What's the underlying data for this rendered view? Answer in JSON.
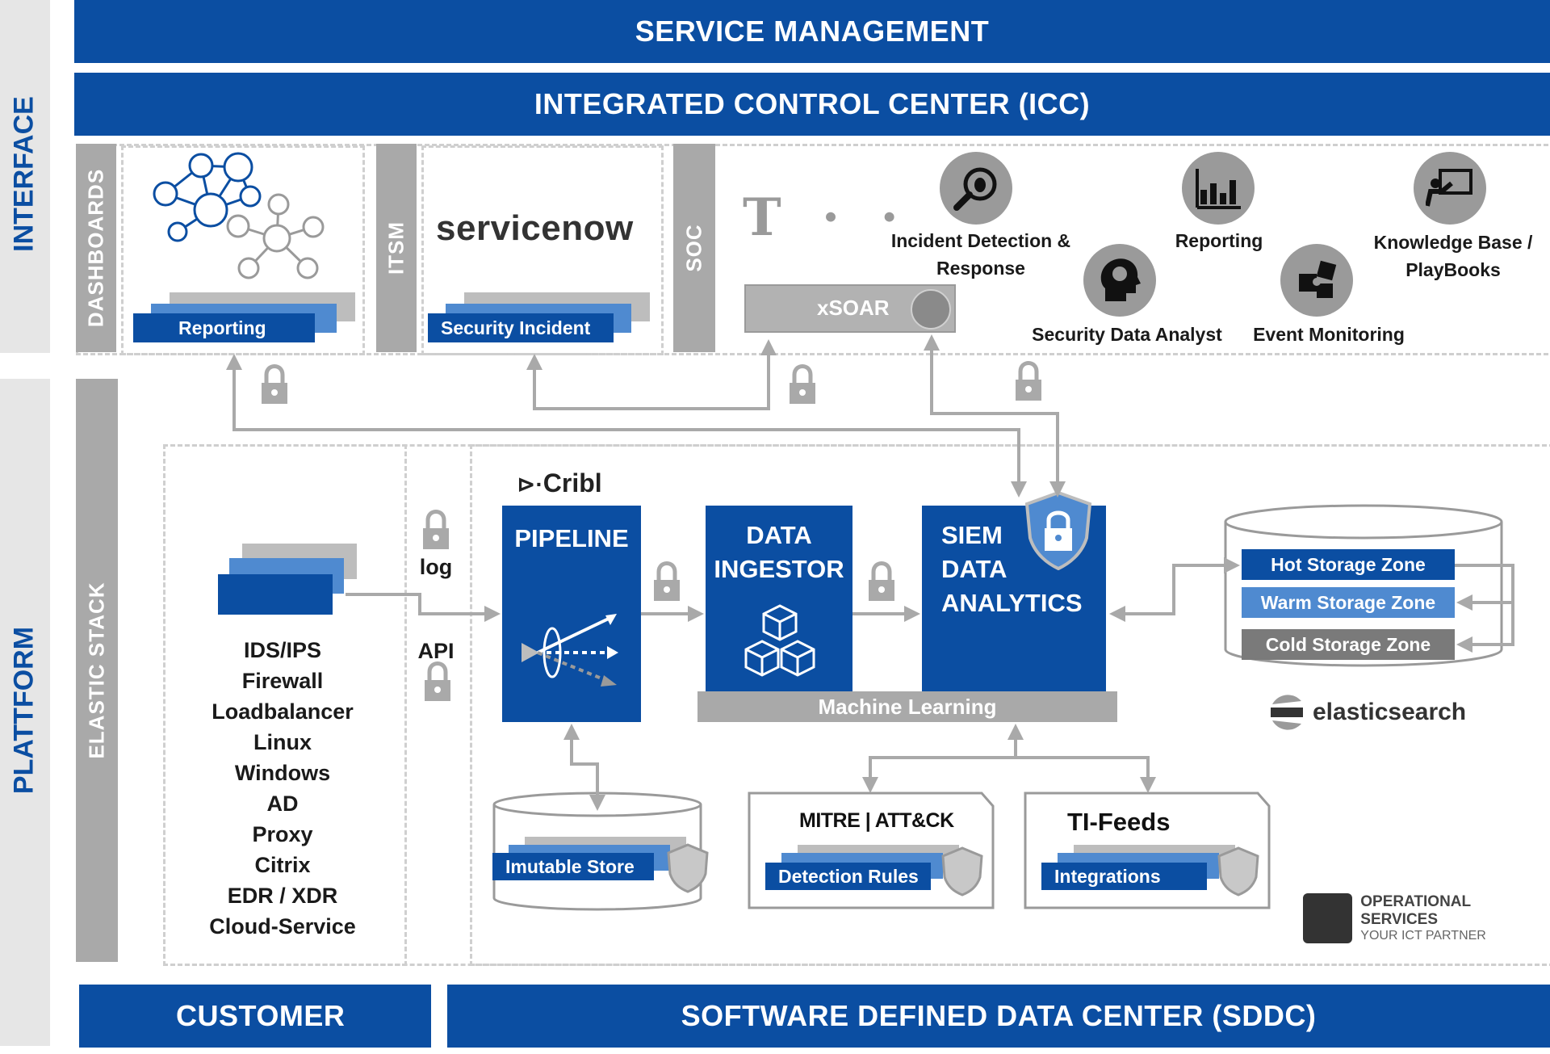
{
  "bands": {
    "service_management": "SERVICE MANAGEMENT",
    "icc": "INTEGRATED CONTROL CENTER (ICC)",
    "customer": "CUSTOMER",
    "sddc": "SOFTWARE DEFINED DATA CENTER (SDDC)"
  },
  "side_labels": {
    "interface": "INTERFACE",
    "platform": "PLATTFORM",
    "elastic_stack": "ELASTIC STACK"
  },
  "interface": {
    "dashboards": {
      "column": "DASHBOARDS",
      "stack_label": "Reporting"
    },
    "itsm": {
      "column": "ITSM",
      "logo": "servicenow",
      "stack_label": "Security Incident"
    },
    "soc": {
      "column": "SOC",
      "logo": "T · ·",
      "xsoar": "xSOAR",
      "roles": [
        {
          "label": "Incident Detection &",
          "label2": "Response",
          "icon": "magnifier-bug-icon"
        },
        {
          "label": "Reporting",
          "label2": "",
          "icon": "bar-chart-icon"
        },
        {
          "label": "Knowledge Base /",
          "label2": "PlayBooks",
          "icon": "presentation-icon"
        },
        {
          "label": "Security Data Analyst",
          "label2": "",
          "icon": "head-brain-icon"
        },
        {
          "label": "Event Monitoring",
          "label2": "",
          "icon": "puzzle-icon"
        }
      ]
    }
  },
  "platform": {
    "sources": [
      "IDS/IPS",
      "Firewall",
      "Loadbalancer",
      "Linux",
      "Windows",
      "AD",
      "Proxy",
      "Citrix",
      "EDR / XDR",
      "Cloud-Service"
    ],
    "log_label": "log",
    "api_label": "API",
    "cribl_logo": "Cribl",
    "pipeline": "PIPELINE",
    "data_ingestor": [
      "DATA",
      "INGESTOR"
    ],
    "siem": [
      "SIEM",
      "DATA",
      "ANALYTICS"
    ],
    "machine_learning": "Machine Learning",
    "storage_zones": [
      {
        "label": "Hot Storage Zone",
        "color": "#0b4ea2"
      },
      {
        "label": "Warm Storage Zone",
        "color": "#4f8ad0"
      },
      {
        "label": "Cold Storage Zone",
        "color": "#7a7a7a"
      }
    ],
    "elasticsearch": "elasticsearch",
    "immutable_store": "Imutable Store",
    "mitre_logo": "MITRE | ATT&CK",
    "detection_rules": "Detection Rules",
    "ti_feeds": "TI-Feeds",
    "integrations": "Integrations",
    "ops_logo_title": "OPERATIONAL SERVICES",
    "ops_logo_subtitle": "YOUR ICT PARTNER"
  },
  "colors": {
    "brand_blue": "#0b4ea2",
    "light_blue": "#4f8ad0",
    "gray": "#a9a9a9"
  }
}
